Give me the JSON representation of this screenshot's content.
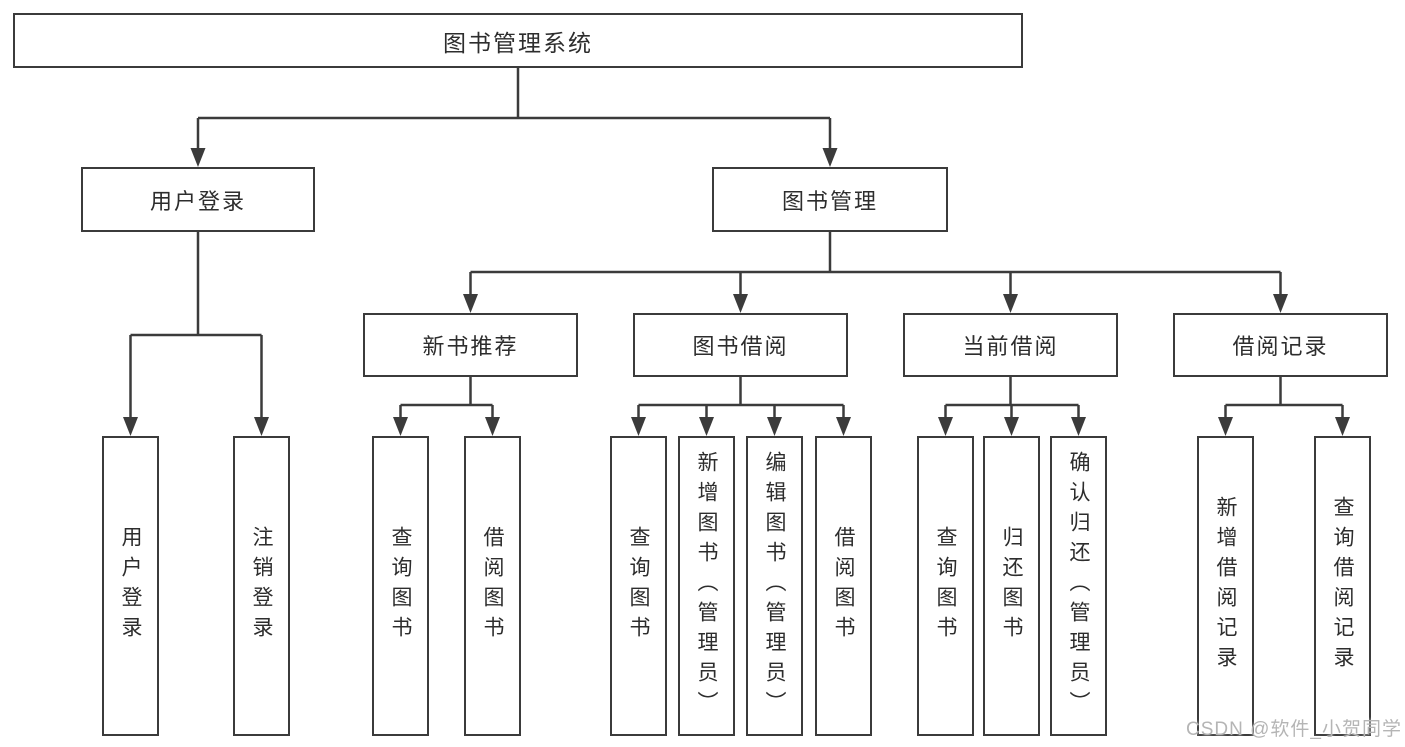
{
  "tree": {
    "root": "图书管理系统",
    "branches": [
      {
        "label": "用户登录",
        "children": [
          "用户登录",
          "注销登录"
        ]
      },
      {
        "label": "图书管理",
        "groups": [
          {
            "label": "新书推荐",
            "children": [
              "查询图书",
              "借阅图书"
            ]
          },
          {
            "label": "图书借阅",
            "children": [
              "查询图书",
              "新增图书（管理员）",
              "编辑图书（管理员）",
              "借阅图书"
            ]
          },
          {
            "label": "当前借阅",
            "children": [
              "查询图书",
              "归还图书",
              "确认归还（管理员）"
            ]
          },
          {
            "label": "借阅记录",
            "children": [
              "新增借阅记录",
              "查询借阅记录"
            ]
          }
        ]
      }
    ]
  },
  "watermark": {
    "text": "CSDN @软件_小贺同学"
  },
  "colors": {
    "line": "#3b3b3b",
    "text": "#2d2d2d",
    "watermark": "#b5b5b5",
    "background": "#ffffff"
  }
}
